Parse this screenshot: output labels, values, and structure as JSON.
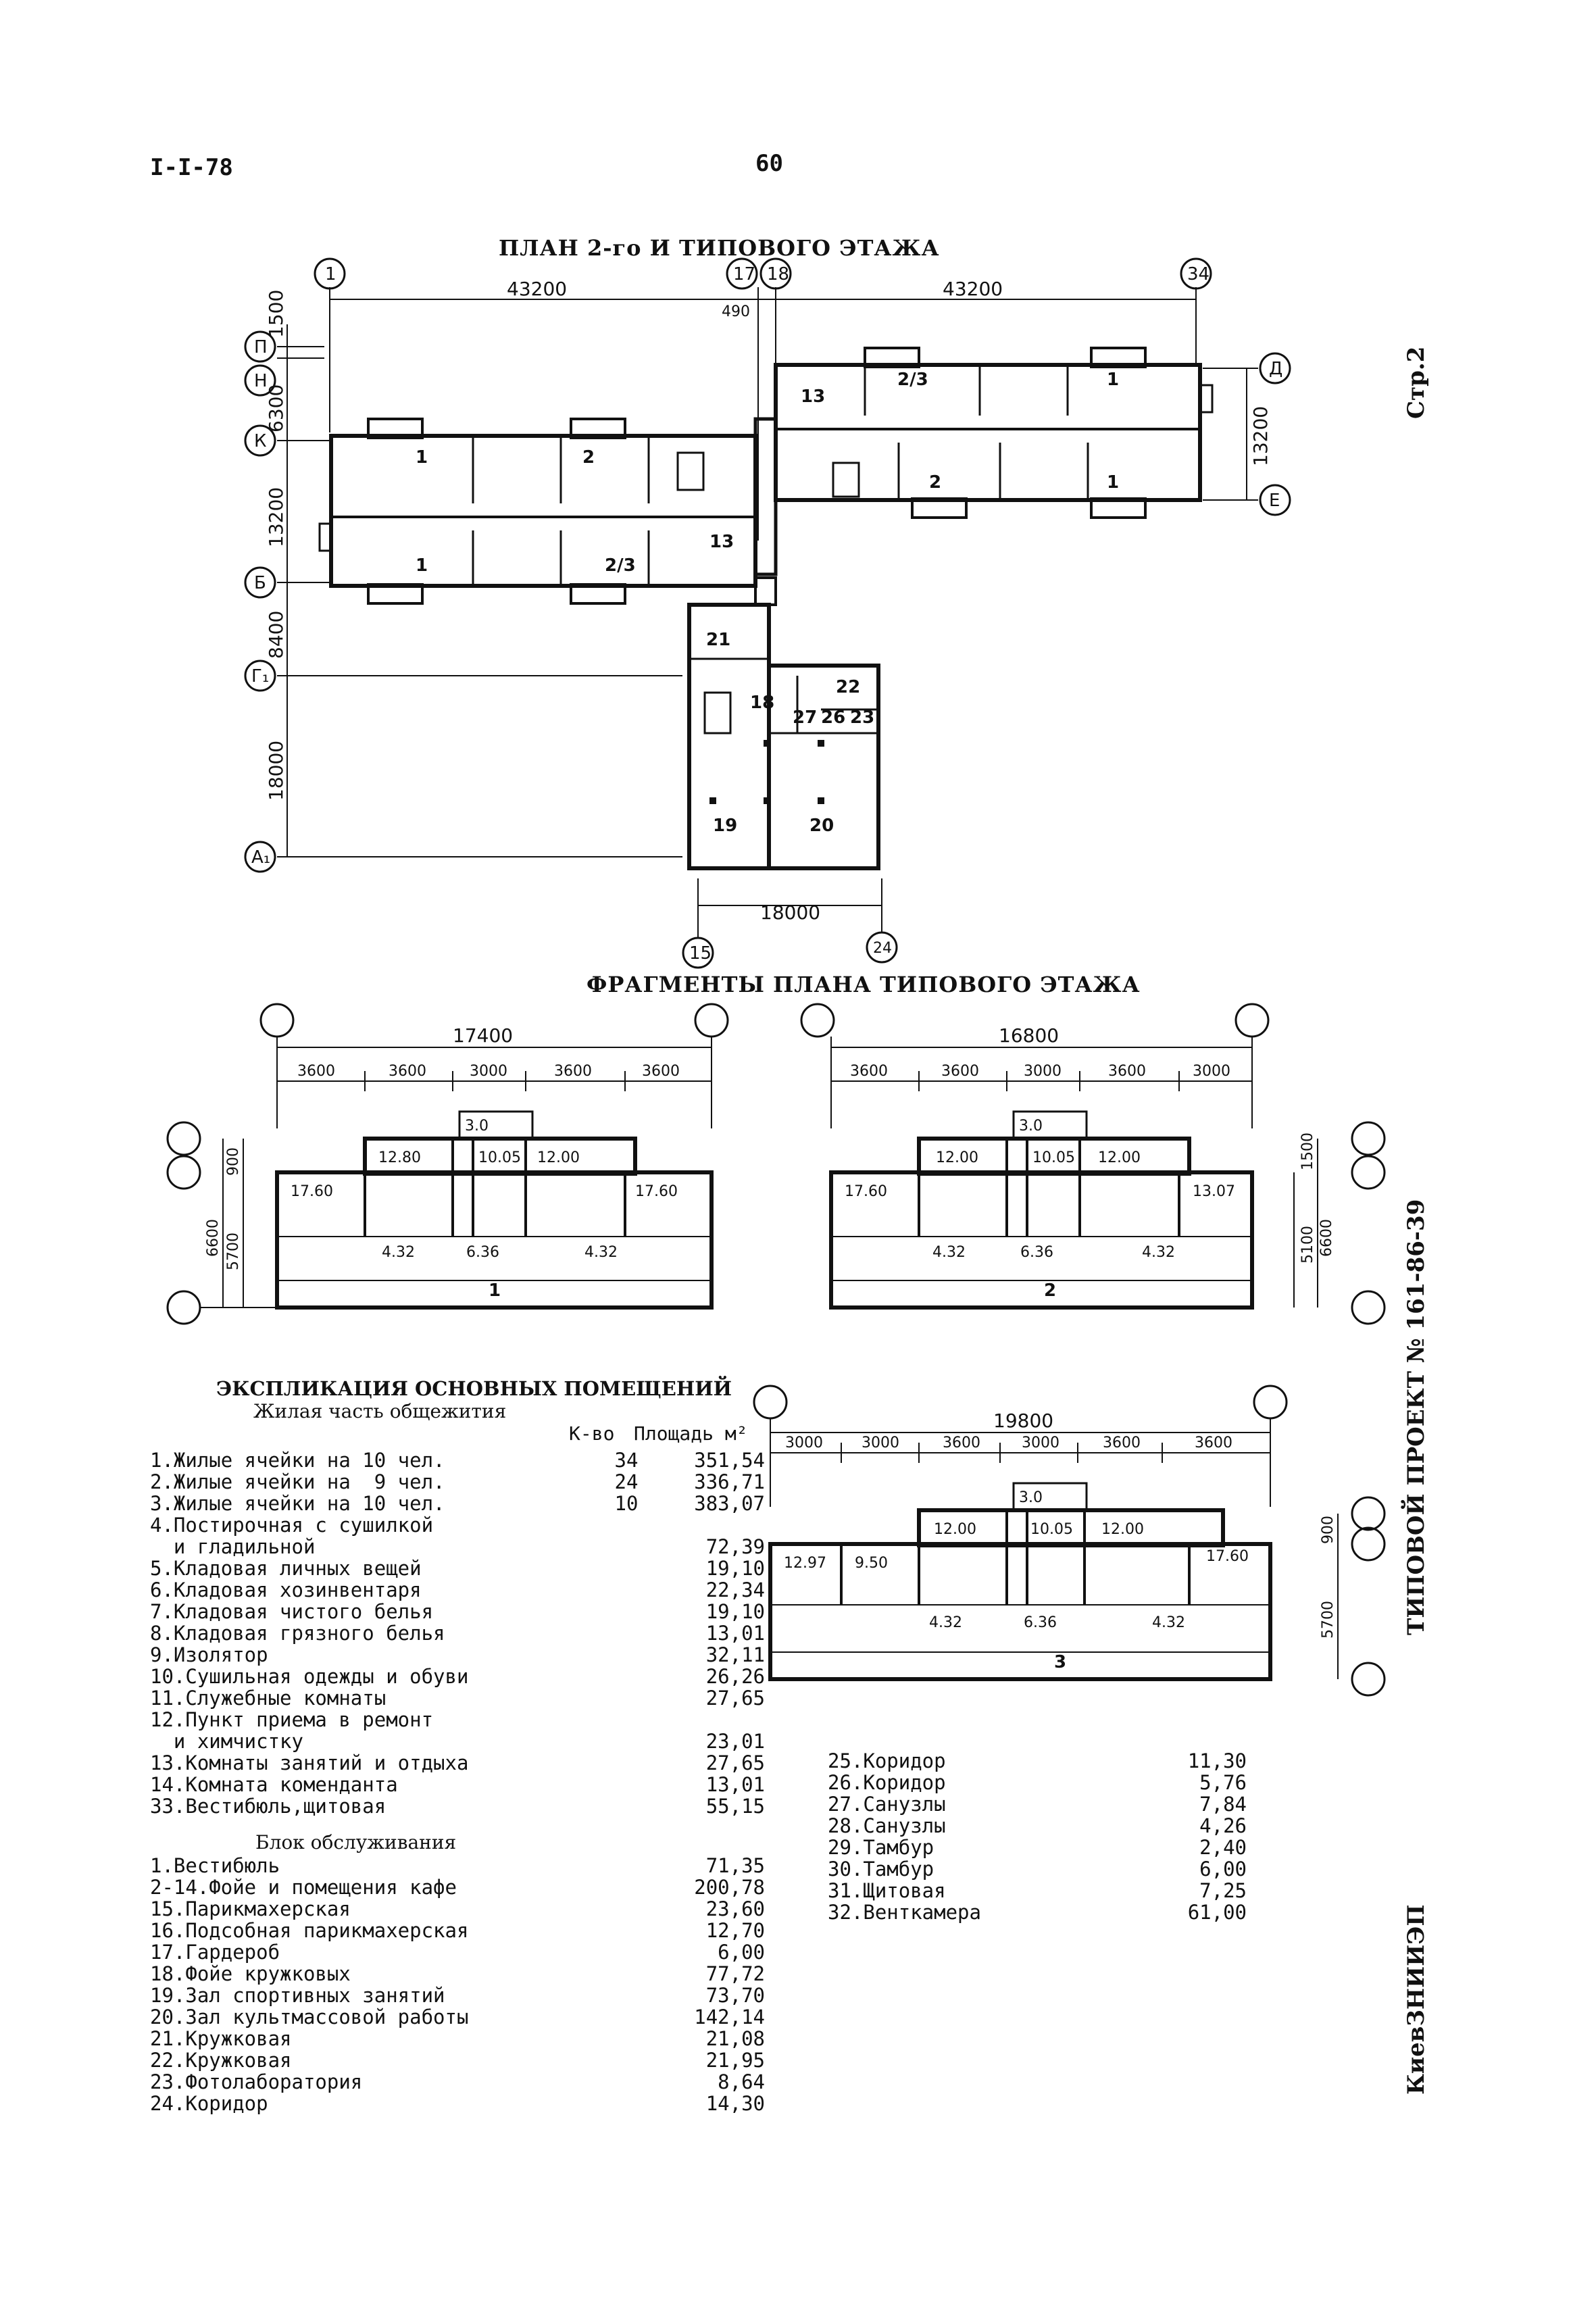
{
  "header": {
    "doc_code": "I-I-78",
    "page_number": "60"
  },
  "side": {
    "sheet": "Стр.2",
    "project": "ТИПОВОЙ ПРОЕКТ № 161-86-39",
    "org": "КиевЗНИИЭП"
  },
  "plan_main": {
    "title": "ПЛАН 2-го И ТИПОВОГО ЭТАЖА",
    "dims": {
      "left_width": "43200",
      "right_width": "43200",
      "gap": "490",
      "bottom_width": "18000",
      "v_1500": "1500",
      "v_6300": "6300",
      "v_13200_left": "13200",
      "v_8400": "8400",
      "v_18000": "18000",
      "v_13200_right": "13200"
    },
    "axes": {
      "a1": "1",
      "a17": "17",
      "a18": "18",
      "a34": "34",
      "a15": "15",
      "a24": "24",
      "P": "П",
      "N": "Н",
      "K": "К",
      "B": "Б",
      "G": "Г₁",
      "A": "А₁",
      "D": "Д",
      "E": "Е"
    },
    "rooms": [
      "1",
      "2",
      "1",
      "2/3",
      "13",
      "13",
      "2/3",
      "1",
      "2",
      "1",
      "21",
      "18",
      "22",
      "27",
      "26",
      "23",
      "19",
      "20"
    ]
  },
  "fragments": {
    "title": "ФРАГМЕНТЫ ПЛАНА ТИПОВОГО ЭТАЖА",
    "frag1": {
      "total": "17400",
      "spans": [
        "3600",
        "3600",
        "3000",
        "3600",
        "3600"
      ],
      "rooms": [
        "17.60",
        "12.80",
        "10.05",
        "12.00",
        "17.60",
        "4.32",
        "6.36",
        "4.32",
        "3.0",
        "1"
      ],
      "v_total": "6600",
      "v_a": "900",
      "v_b": "5700"
    },
    "frag2": {
      "total": "16800",
      "spans": [
        "3600",
        "3600",
        "3000",
        "3600",
        "3000"
      ],
      "rooms": [
        "17.60",
        "12.00",
        "10.05",
        "12.00",
        "13.07",
        "4.32",
        "6.36",
        "4.32",
        "3.0",
        "2"
      ],
      "v_total": "6600",
      "v_a": "1500",
      "v_b": "5100"
    },
    "frag3": {
      "total": "19800",
      "spans": [
        "3000",
        "3000",
        "3600",
        "3000",
        "3600",
        "3600"
      ],
      "rooms": [
        "12.97",
        "9.50",
        "12.00",
        "10.05",
        "12.00",
        "17.60",
        "4.32",
        "6.36",
        "4.32",
        "3.0",
        "3"
      ],
      "v_a": "900",
      "v_b": "5700"
    }
  },
  "explication": {
    "title": "ЭКСПЛИКАЦИЯ ОСНОВНЫХ ПОМЕЩЕНИЙ",
    "subtitle": "Жилая часть общежития",
    "col_count": "К-во",
    "col_area": "Площадь м²",
    "living": [
      {
        "name": "1.Жилые ячейки на 10 чел.",
        "count": "34",
        "area": "351,54"
      },
      {
        "name": "2.Жилые ячейки на  9 чел.",
        "count": "24",
        "area": "336,71"
      },
      {
        "name": "3.Жилые ячейки на 10 чел.",
        "count": "10",
        "area": "383,07"
      },
      {
        "name": "4.Постирочная с сушилкой",
        "count": "",
        "area": ""
      },
      {
        "name": "  и гладильной",
        "count": "",
        "area": "72,39"
      },
      {
        "name": "5.Кладовая личных вещей",
        "count": "",
        "area": "19,10"
      },
      {
        "name": "6.Кладовая хозинвентаря",
        "count": "",
        "area": "22,34"
      },
      {
        "name": "7.Кладовая чистого белья",
        "count": "",
        "area": "19,10"
      },
      {
        "name": "8.Кладовая грязного белья",
        "count": "",
        "area": "13,01"
      },
      {
        "name": "9.Изолятор",
        "count": "",
        "area": "32,11"
      },
      {
        "name": "10.Сушильная одежды и обуви",
        "count": "",
        "area": "26,26"
      },
      {
        "name": "11.Служебные комнаты",
        "count": "",
        "area": "27,65"
      },
      {
        "name": "12.Пункт приема в ремонт",
        "count": "",
        "area": ""
      },
      {
        "name": "  и химчистку",
        "count": "",
        "area": "23,01"
      },
      {
        "name": "13.Комнаты занятий и отдыха",
        "count": "",
        "area": "27,65"
      },
      {
        "name": "14.Комната коменданта",
        "count": "",
        "area": "13,01"
      },
      {
        "name": "33.Вестибюль,щитовая",
        "count": "",
        "area": "55,15"
      }
    ],
    "service_title": "Блок обслуживания",
    "service": [
      {
        "name": "1.Вестибюль",
        "area": "71,35"
      },
      {
        "name": "2-14.Фойе и помещения кафе",
        "area": "200,78"
      },
      {
        "name": "15.Парикмахерская",
        "area": "23,60"
      },
      {
        "name": "16.Подсобная парикмахерская",
        "area": "12,70"
      },
      {
        "name": "17.Гардероб",
        "area": "6,00"
      },
      {
        "name": "18.Фойе кружковых",
        "area": "77,72"
      },
      {
        "name": "19.Зал спортивных занятий",
        "area": "73,70"
      },
      {
        "name": "20.Зал культмассовой работы",
        "area": "142,14"
      },
      {
        "name": "21.Кружковая",
        "area": "21,08"
      },
      {
        "name": "22.Кружковая",
        "area": "21,95"
      },
      {
        "name": "23.Фотолаборатория",
        "area": "8,64"
      },
      {
        "name": "24.Коридор",
        "area": "14,30"
      }
    ],
    "service2": [
      {
        "name": "25.Коридор",
        "area": "11,30"
      },
      {
        "name": "26.Коридор",
        "area": "5,76"
      },
      {
        "name": "27.Санузлы",
        "area": "7,84"
      },
      {
        "name": "28.Санузлы",
        "area": "4,26"
      },
      {
        "name": "29.Тамбур",
        "area": "2,40"
      },
      {
        "name": "30.Тамбур",
        "area": "6,00"
      },
      {
        "name": "31.Щитовая",
        "area": "7,25"
      },
      {
        "name": "32.Венткамера",
        "area": "61,00"
      }
    ]
  }
}
